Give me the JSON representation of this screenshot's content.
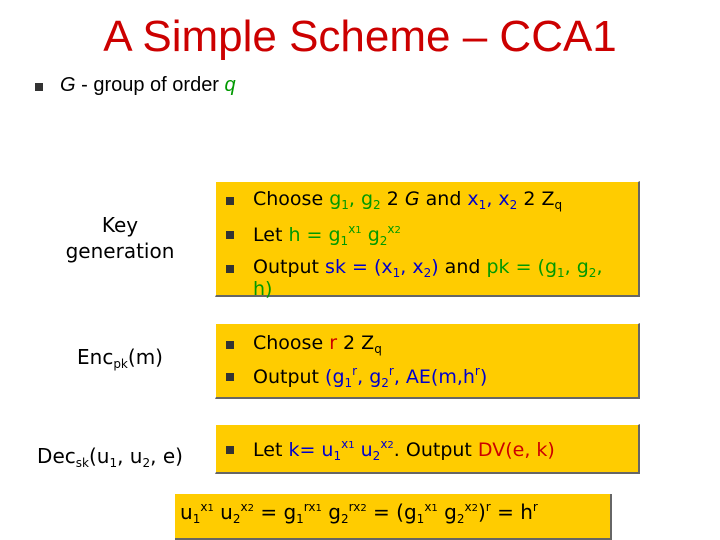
{
  "title": "A Simple Scheme – CCA1",
  "intro": {
    "g": "G",
    "rest": " - group of order ",
    "q": "q"
  },
  "rows": {
    "keygen": {
      "label_1": "Key",
      "label_2": "generation",
      "line1": {
        "a": "Choose ",
        "g1": "g",
        "s1": "1",
        "c": ", ",
        "g2": "g",
        "s2": "2",
        "b": " 2 ",
        "G": "G",
        "d": " and ",
        "x1": "x",
        "xs1": "1",
        "e": ", ",
        "x2": "x",
        "xs2": "2",
        "f": " 2 ",
        "Z": "Z",
        "zs": "q"
      },
      "line2": {
        "a": "Let ",
        "h": "h",
        "eq": " = ",
        "g": "g",
        "gs": "1",
        "xsup": "x",
        "xsupsub": "1",
        "sp": " ",
        "g2": "g",
        "g2s": "2",
        "x2sup": "x",
        "x2supsub": "2"
      },
      "line3": {
        "a": "Output ",
        "sk": "sk = (x",
        "sks": "1",
        "skm": ", x",
        "sks2": "2",
        "skc": ")",
        "and": " and ",
        "pk": "pk = (g",
        "pks": "1",
        "pkm": ", g",
        "pks2": "2",
        "pkc": ",",
        "cont": "h)"
      }
    },
    "enc": {
      "label": "Enc",
      "label_sub": "pk",
      "label_tail": "(m)",
      "line1": {
        "a": "Choose ",
        "r": "r",
        "b": " 2 ",
        "Z": "Z",
        "zs": "q"
      },
      "line2": {
        "a": "Output ",
        "c": "(g",
        "s1": "1",
        "r1": "r",
        "m": ", g",
        "s2": "2",
        "r2": "r",
        "ae": ", AE(m,h",
        "r3": "r",
        "end": ")"
      }
    },
    "dec": {
      "label": "Dec",
      "label_sub": "sk",
      "label_tail_1": "(u",
      "label_s1": "1",
      "label_tail_2": ", u",
      "label_s2": "2",
      "label_tail_3": ", e)",
      "line1": {
        "a": "Let ",
        "k": "k= u",
        "ks1": "1",
        "x1": "x",
        "x1s": "1",
        "u2": " u",
        "ks2": "2",
        "x2": "x",
        "x2s": "2",
        "b": ". Output ",
        "dv": "DV(e, k)"
      }
    }
  },
  "bottom": {
    "u": "u",
    "s1": "1",
    "x1": "x",
    "x1s": "1",
    "u2": " u",
    "s2": "2",
    "x2": "x",
    "x2s": "2",
    "eq1": " = g",
    "g1s": "1",
    "rx1": "rx",
    "rx1s": "1",
    "g2": " g",
    "g2s": "2",
    "rx2": "rx",
    "rx2s": "2",
    "eq2": " = (g",
    "g3s": "1",
    "x3": "x",
    "x3s": "1",
    "g4": " g",
    "g4s": "2",
    "x4": "x",
    "x4s": "2",
    "close": ")",
    "r": "r",
    "eq3": " = h",
    "r2": "r"
  },
  "colors": {
    "title": "#cc0000",
    "box": "#ffcc00",
    "blue": "#0000cc",
    "green": "#009900",
    "red": "#cc0000"
  }
}
